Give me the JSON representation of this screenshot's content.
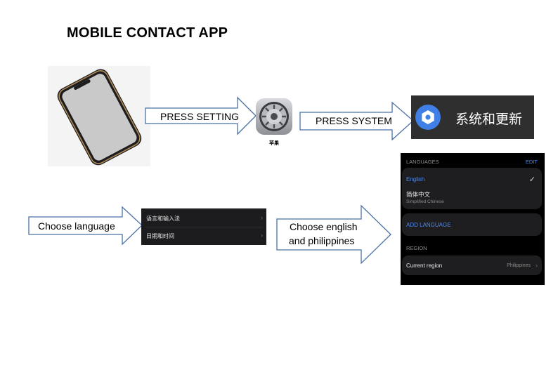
{
  "title": "MOBILE CONTACT APP",
  "steps": {
    "press_setting": "PRESS SETTING",
    "press_system": "PRESS SYSTEM",
    "choose_language": "Choose language",
    "choose_english_line1": "Choose english",
    "choose_english_line2": "and philippines"
  },
  "settings_app": {
    "caption": "苹果",
    "icon": "gear-icon"
  },
  "system_banner": {
    "text": "系统和更新",
    "icon": "gear-icon",
    "icon_bg": "#3f7fe6"
  },
  "language_menu": {
    "items": [
      {
        "label": "语言和输入法"
      },
      {
        "label": "日期和时间"
      }
    ]
  },
  "language_screen": {
    "languages_header": "LANGUAGES",
    "edit": "EDIT",
    "languages": [
      {
        "name": "English",
        "selected": true
      },
      {
        "name": "简体中文",
        "subtitle": "Simplified Chinese"
      }
    ],
    "add_language": "ADD LANGUAGE",
    "region_header": "REGION",
    "current_region_label": "Current region",
    "current_region_value": "Philippines",
    "accent": "#4c8bf5"
  }
}
